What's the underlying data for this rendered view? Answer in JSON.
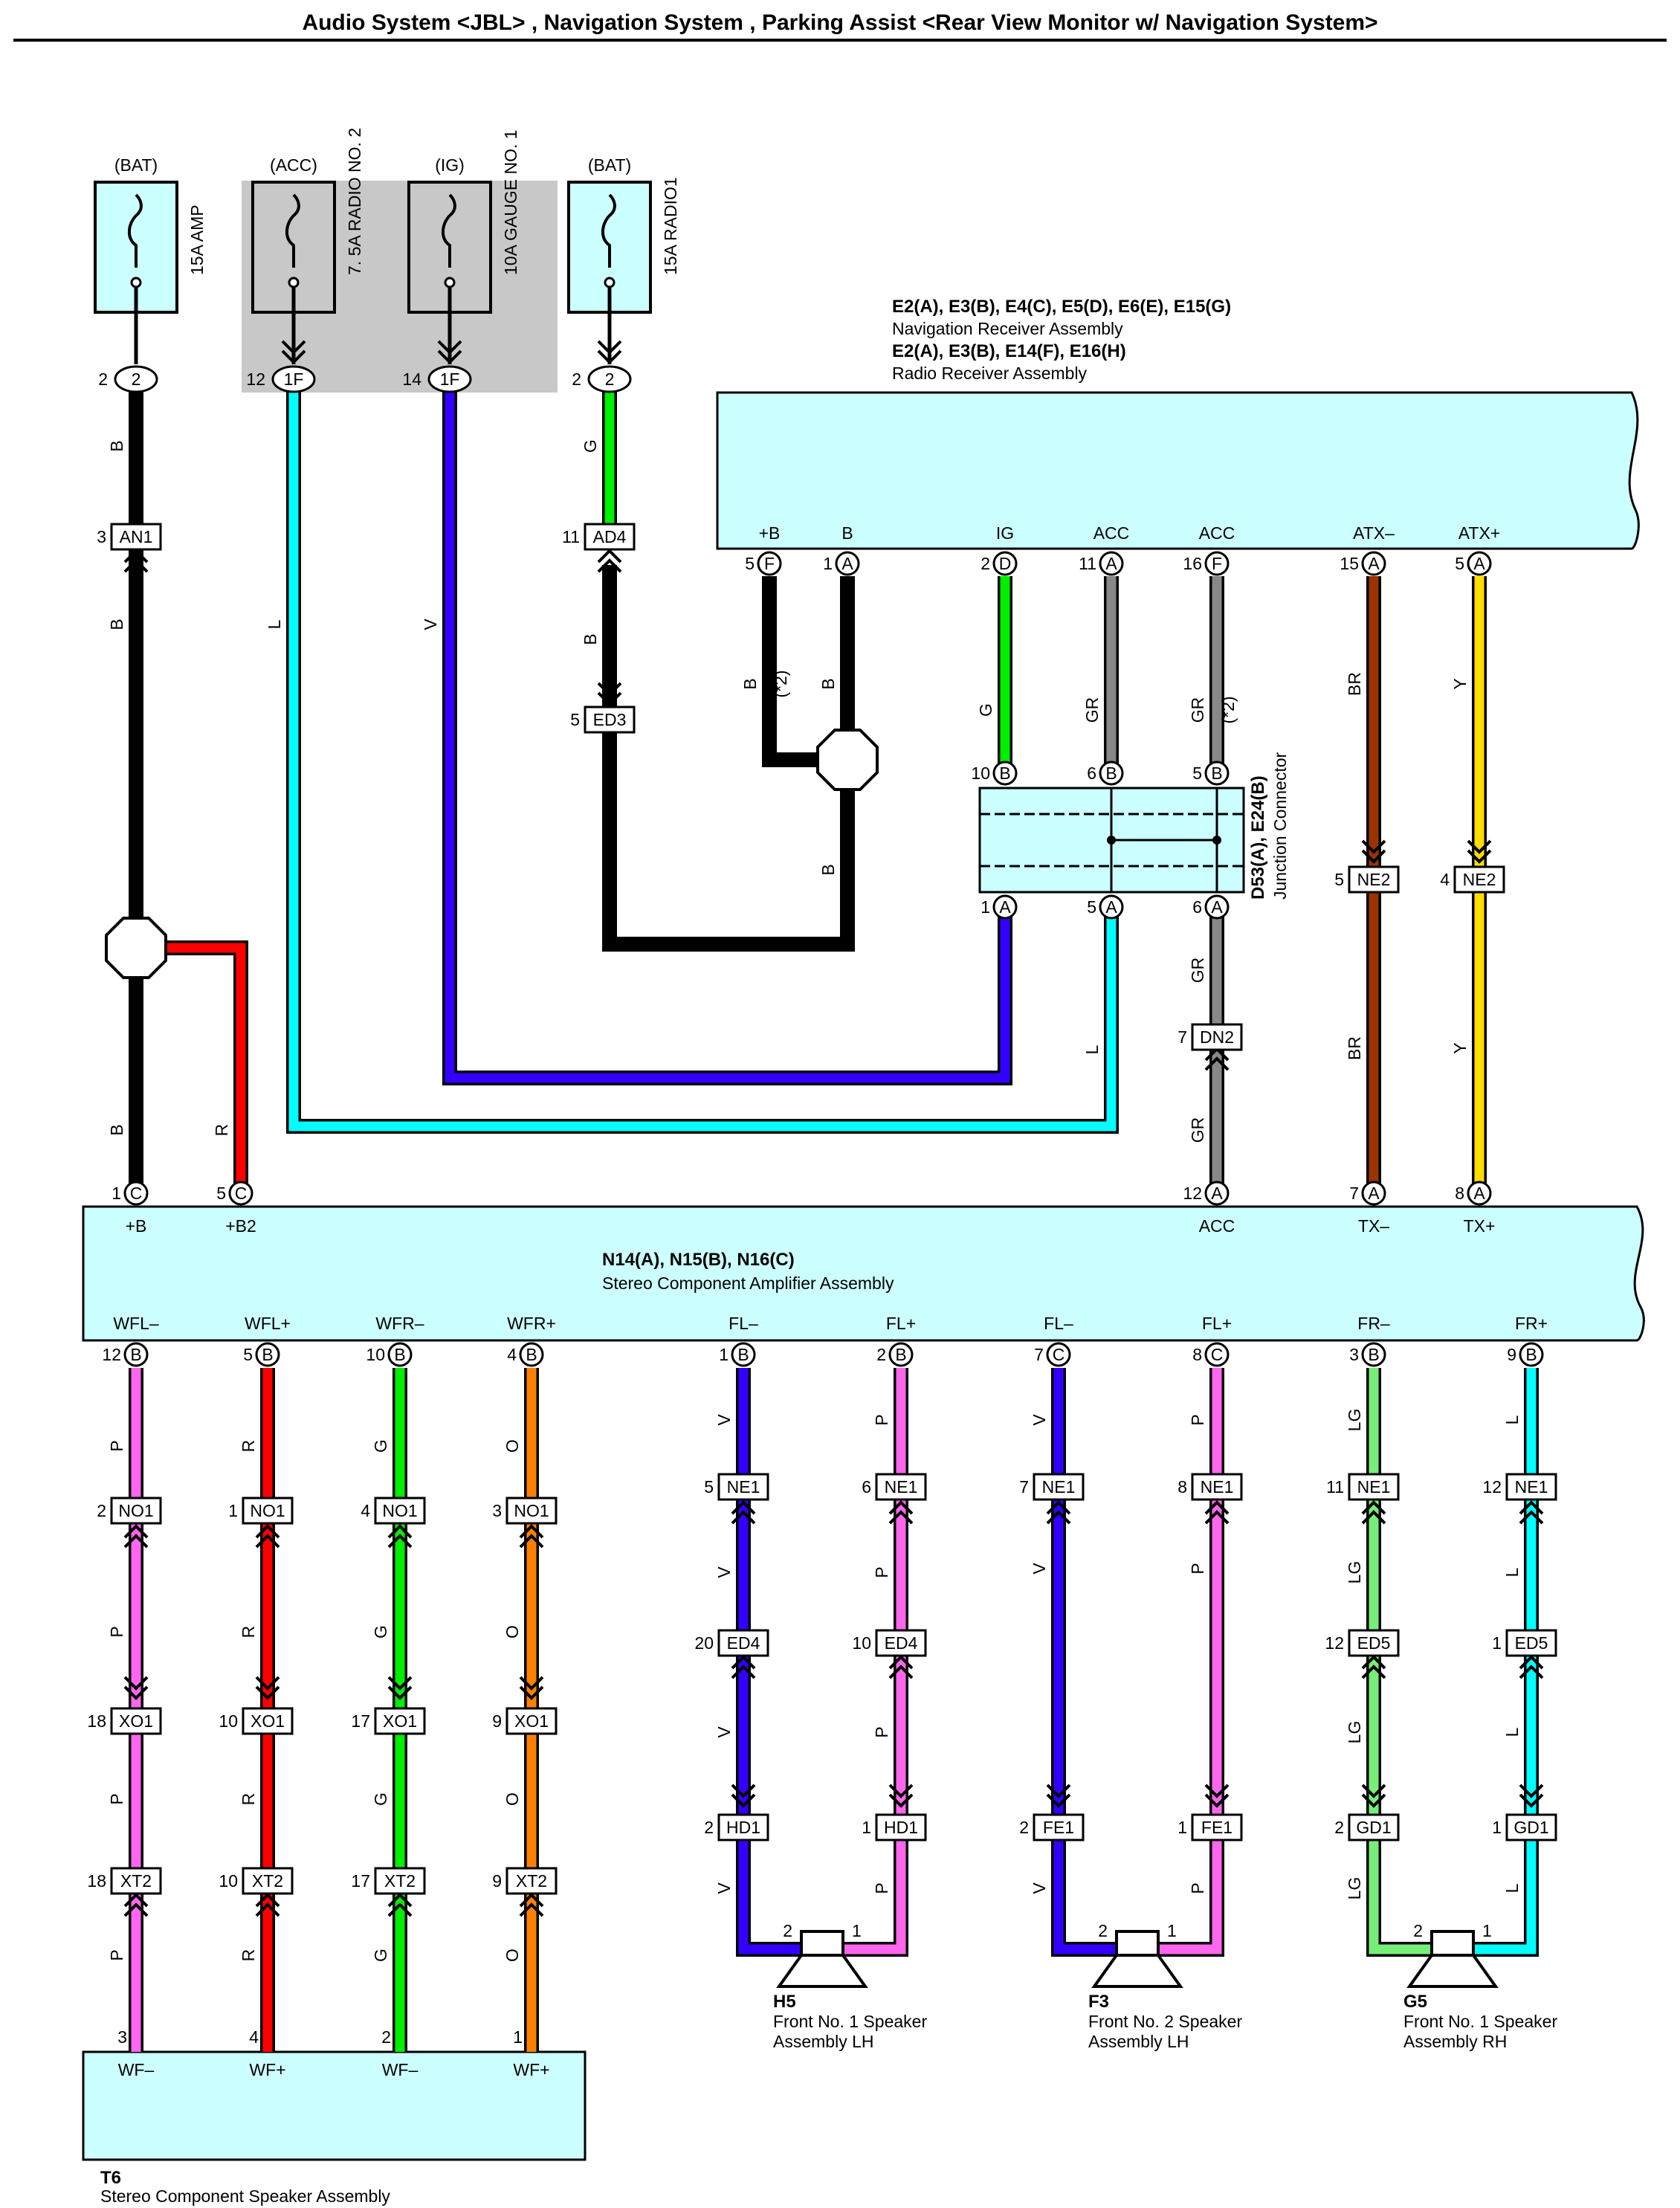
{
  "title": "Audio System <JBL> , Navigation System , Parking Assist <Rear View Monitor w/ Navigation System>",
  "colors": {
    "B": "#000000",
    "L": "#00ffff",
    "V": "#3300ff",
    "G": "#00ee00",
    "GR": "#888888",
    "BR": "#993300",
    "Y": "#ffdd00",
    "R": "#ff0000",
    "P": "#ff66ee",
    "O": "#ff8000",
    "LG": "#77ee77",
    "box_fill": "#ccffff",
    "fuse_block_fill": "#c8c8c8"
  },
  "fuses": [
    {
      "source": "(BAT)",
      "rating": "15A AMP",
      "pin": "2",
      "terminal": "2"
    },
    {
      "source": "(ACC)",
      "rating": "7. 5A RADIO NO. 2",
      "pin": "12",
      "terminal": "1F"
    },
    {
      "source": "(IG)",
      "rating": "10A GAUGE NO. 1",
      "pin": "14",
      "terminal": "1F"
    },
    {
      "source": "(BAT)",
      "rating": "15A RADIO1",
      "pin": "2",
      "terminal": "2"
    }
  ],
  "receiver": {
    "line1": "E2(A), E3(B), E4(C), E5(D), E6(E), E15(G)",
    "line2": "Navigation Receiver Assembly",
    "line3": "E2(A), E3(B), E14(F), E16(H)",
    "line4": "Radio Receiver Assembly",
    "terminals": [
      {
        "label": "+B",
        "pin": "5",
        "letter": "F"
      },
      {
        "label": "B",
        "pin": "1",
        "letter": "A"
      },
      {
        "label": "IG",
        "pin": "2",
        "letter": "D"
      },
      {
        "label": "ACC",
        "pin": "11",
        "letter": "A"
      },
      {
        "label": "ACC",
        "pin": "16",
        "letter": "F"
      },
      {
        "label": "ATX–",
        "pin": "15",
        "letter": "A"
      },
      {
        "label": "ATX+",
        "pin": "5",
        "letter": "A"
      }
    ]
  },
  "junction": {
    "name": "D53(A), E24(B)",
    "desc": "Junction Connector",
    "top_pins": [
      {
        "pin": "10",
        "letter": "B"
      },
      {
        "pin": "6",
        "letter": "B"
      },
      {
        "pin": "5",
        "letter": "B"
      }
    ],
    "bottom_pins": [
      {
        "pin": "1",
        "letter": "A"
      },
      {
        "pin": "5",
        "letter": "A"
      },
      {
        "pin": "6",
        "letter": "A"
      }
    ]
  },
  "connectors": {
    "AN1": {
      "name": "AN1",
      "pin": "3"
    },
    "AD4": {
      "name": "AD4",
      "pin": "11"
    },
    "ED3": {
      "name": "ED3",
      "pin": "5"
    },
    "NE2_a": {
      "name": "NE2",
      "pin": "5"
    },
    "NE2_b": {
      "name": "NE2",
      "pin": "4"
    },
    "DN2": {
      "name": "DN2",
      "pin": "7"
    }
  },
  "wire_labels": {
    "b": "B",
    "l": "L",
    "v": "V",
    "g": "G",
    "gr": "GR",
    "br": "BR",
    "y": "Y",
    "r": "R",
    "p": "P",
    "o": "O",
    "lg": "LG",
    "note": "(*2)"
  },
  "amplifier": {
    "name": "N14(A), N15(B), N16(C)",
    "desc": "Stereo Component Amplifier Assembly",
    "top_terminals": [
      {
        "label": "+B",
        "pin": "1",
        "letter": "C"
      },
      {
        "label": "+B2",
        "pin": "5",
        "letter": "C"
      },
      {
        "label": "ACC",
        "pin": "12",
        "letter": "A"
      },
      {
        "label": "TX–",
        "pin": "7",
        "letter": "A"
      },
      {
        "label": "TX+",
        "pin": "8",
        "letter": "A"
      }
    ],
    "bottom_terminals": [
      {
        "label": "WFL–",
        "pin": "12",
        "letter": "B"
      },
      {
        "label": "WFL+",
        "pin": "5",
        "letter": "B"
      },
      {
        "label": "WFR–",
        "pin": "10",
        "letter": "B"
      },
      {
        "label": "WFR+",
        "pin": "4",
        "letter": "B"
      },
      {
        "label": "FL–",
        "pin": "1",
        "letter": "B"
      },
      {
        "label": "FL+",
        "pin": "2",
        "letter": "B"
      },
      {
        "label": "FL–",
        "pin": "7",
        "letter": "C"
      },
      {
        "label": "FL+",
        "pin": "8",
        "letter": "C"
      },
      {
        "label": "FR–",
        "pin": "3",
        "letter": "B"
      },
      {
        "label": "FR+",
        "pin": "9",
        "letter": "B"
      }
    ]
  },
  "woofer_connectors": [
    {
      "names": [
        "NO1",
        "XO1",
        "XT2"
      ],
      "pins": [
        "2",
        "18",
        "18"
      ]
    },
    {
      "names": [
        "NO1",
        "XO1",
        "XT2"
      ],
      "pins": [
        "1",
        "10",
        "10"
      ]
    },
    {
      "names": [
        "NO1",
        "XO1",
        "XT2"
      ],
      "pins": [
        "4",
        "17",
        "17"
      ]
    },
    {
      "names": [
        "NO1",
        "XO1",
        "XT2"
      ],
      "pins": [
        "3",
        "9",
        "9"
      ]
    }
  ],
  "speaker_connectors": [
    {
      "names": [
        "NE1",
        "ED4",
        "HD1"
      ],
      "pins": [
        "5",
        "20",
        "2"
      ]
    },
    {
      "names": [
        "NE1",
        "ED4",
        "HD1"
      ],
      "pins": [
        "6",
        "10",
        "1"
      ]
    },
    {
      "names": [
        "NE1",
        "FE1"
      ],
      "pins": [
        "7",
        "2"
      ]
    },
    {
      "names": [
        "NE1",
        "FE1"
      ],
      "pins": [
        "8",
        "1"
      ]
    },
    {
      "names": [
        "NE1",
        "ED5",
        "GD1"
      ],
      "pins": [
        "11",
        "12",
        "2"
      ]
    },
    {
      "names": [
        "NE1",
        "ED5",
        "GD1"
      ],
      "pins": [
        "12",
        "1",
        "1"
      ]
    }
  ],
  "speakers": [
    {
      "id": "H5",
      "line1": "Front No. 1 Speaker",
      "line2": "Assembly LH",
      "pin_minus": "2",
      "pin_plus": "1"
    },
    {
      "id": "F3",
      "line1": "Front No. 2 Speaker",
      "line2": "Assembly LH",
      "pin_minus": "2",
      "pin_plus": "1"
    },
    {
      "id": "G5",
      "line1": "Front No. 1 Speaker",
      "line2": "Assembly RH",
      "pin_minus": "2",
      "pin_plus": "1"
    }
  ],
  "woofer": {
    "id": "T6",
    "desc": "Stereo Component Speaker Assembly",
    "terminals": [
      {
        "label": "WF–",
        "pin": "3"
      },
      {
        "label": "WF+",
        "pin": "4"
      },
      {
        "label": "WF–",
        "pin": "2"
      },
      {
        "label": "WF+",
        "pin": "1"
      }
    ]
  }
}
